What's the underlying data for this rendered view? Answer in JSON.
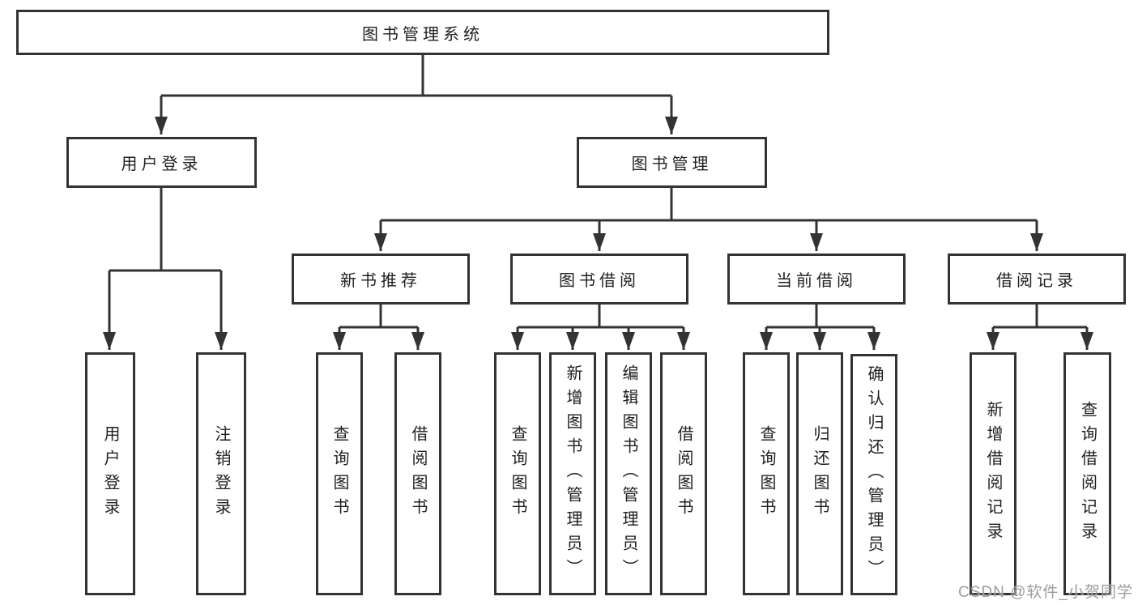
{
  "diagram": {
    "root": {
      "label": "图书管理系统"
    },
    "branches": [
      {
        "label": "用户登录",
        "children": [
          {
            "label": "用户登录"
          },
          {
            "label": "注销登录"
          }
        ]
      },
      {
        "label": "图书管理",
        "children": [
          {
            "label": "新书推荐",
            "children": [
              {
                "label": "查询图书"
              },
              {
                "label": "借阅图书"
              }
            ]
          },
          {
            "label": "图书借阅",
            "children": [
              {
                "label": "查询图书"
              },
              {
                "label": "新增图书（管理员）"
              },
              {
                "label": "编辑图书（管理员）"
              },
              {
                "label": "借阅图书"
              }
            ]
          },
          {
            "label": "当前借阅",
            "children": [
              {
                "label": "查询图书"
              },
              {
                "label": "归还图书"
              },
              {
                "label": "确认归还（管理员）"
              }
            ]
          },
          {
            "label": "借阅记录",
            "children": [
              {
                "label": "新增借阅记录"
              },
              {
                "label": "查询借阅记录"
              }
            ]
          }
        ]
      }
    ]
  },
  "watermark": {
    "text": "CSDN @软件_小贺同学"
  },
  "colors": {
    "line": "#333333",
    "box_border": "#333333",
    "text": "#1f1f1f",
    "watermark": "#949494",
    "background": "#ffffff"
  }
}
